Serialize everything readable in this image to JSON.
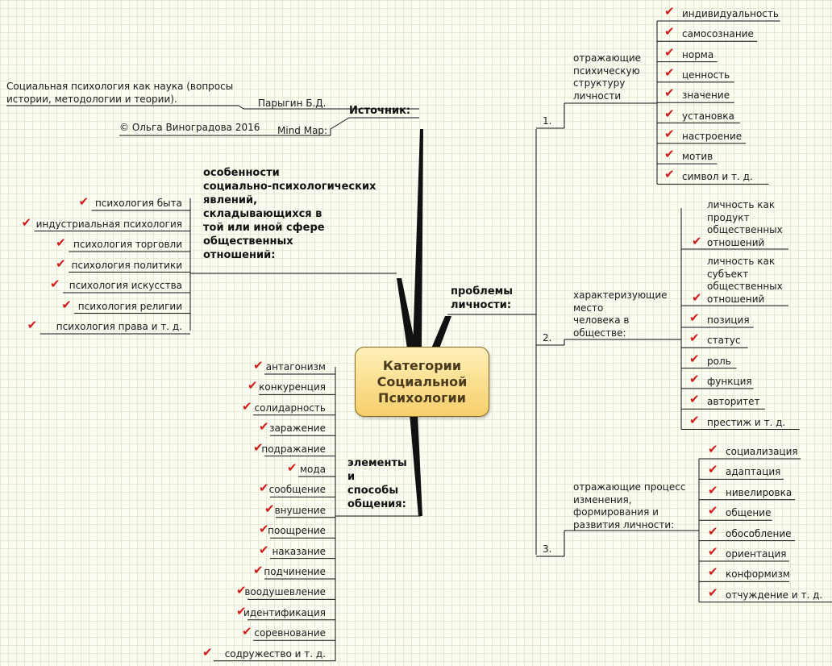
{
  "central": {
    "line1": "Категории",
    "line2": "Социальной",
    "line3": "Психологии"
  },
  "source": {
    "title": "Источник:",
    "author": "Парыгин Б.Д.",
    "book_line1": "Социальная психология как наука  (вопросы",
    "book_line2": "истории, методологии и теории).",
    "mindmap_label": "Mind Map:",
    "copyright": "© Ольга Виноградова 2016"
  },
  "features": {
    "lines": [
      "особенности",
      "социально-психологических",
      "явлений,",
      "складывающихся в",
      "той или иной сфере",
      "общественных",
      "отношений:"
    ],
    "items": [
      "психология быта",
      "индустриальная психология",
      "психология торговли",
      "психология политики",
      "психология искусства",
      "психология религии",
      "психология права и т. д."
    ]
  },
  "communication": {
    "lines": [
      "элементы",
      "и",
      "способы",
      "общения:"
    ],
    "items": [
      "антагонизм",
      "конкуренция",
      "солидарность",
      "заражение",
      "подражание",
      "мода",
      "сообщение",
      "внушение",
      "поощрение",
      "наказание",
      "подчинение",
      "воодушевление",
      "идентификация",
      "соревнование",
      "содружество и т. д."
    ]
  },
  "personality": {
    "lines": [
      "проблемы",
      "личности:"
    ],
    "groups": [
      {
        "num": "1.",
        "label": [
          "отражающие",
          "психическую",
          "структуру",
          "личности"
        ],
        "items": [
          "индивидуальность",
          "самосознание",
          "норма",
          "ценность",
          "значение",
          "установка",
          "настроение",
          "мотив",
          "символ и т. д."
        ]
      },
      {
        "num": "2.",
        "label": [
          "характеризующие",
          "место",
          "человека в",
          "обществе:"
        ],
        "items": [
          [
            "личность как",
            "продукт",
            "общественных",
            "отношений"
          ],
          [
            "личность как",
            "субъект",
            "общественных",
            "отношений"
          ],
          "позиция",
          "статус",
          "роль",
          "функция",
          "авторитет",
          "престиж и т. д."
        ]
      },
      {
        "num": "3.",
        "label": [
          "отражающие процесс",
          "изменения,",
          "формирования и",
          "развития личности:"
        ],
        "items": [
          "социализация",
          "адаптация",
          "нивелировка",
          "общение",
          "обособление",
          "ориентация",
          "конформизм",
          "отчуждение и т. д."
        ]
      }
    ]
  },
  "check_icon": "check-mark-icon",
  "colors": {
    "check": "#d11b1b",
    "central_fill_top": "#fff0b8",
    "central_fill_bottom": "#f6cf6c",
    "line": "#111111"
  }
}
